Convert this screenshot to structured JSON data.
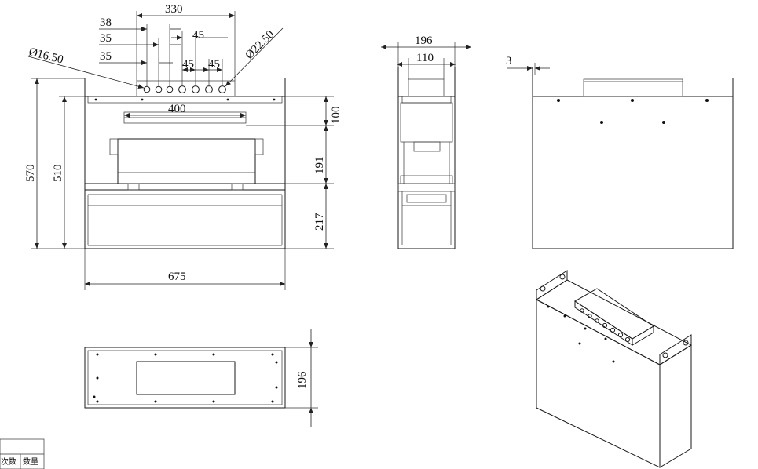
{
  "front_view": {
    "dim_overall_top": "330",
    "dim_38": "38",
    "dim_35_a": "35",
    "dim_35_b": "35",
    "dim_45_a": "45",
    "dim_45_b": "45",
    "dim_45_c": "45",
    "dia_small": "Ø16.50",
    "dia_large": "Ø22.50",
    "dim_400": "400",
    "dim_100": "100",
    "dim_191": "191",
    "dim_217": "217",
    "dim_570": "570",
    "dim_510": "510",
    "dim_675": "675"
  },
  "side_view": {
    "dim_196": "196",
    "dim_110": "110"
  },
  "rear_view": {
    "dim_3": "3"
  },
  "bottom_view": {
    "dim_196": "196"
  },
  "title_block": {
    "cell_1": "次数",
    "cell_2": "数量"
  }
}
